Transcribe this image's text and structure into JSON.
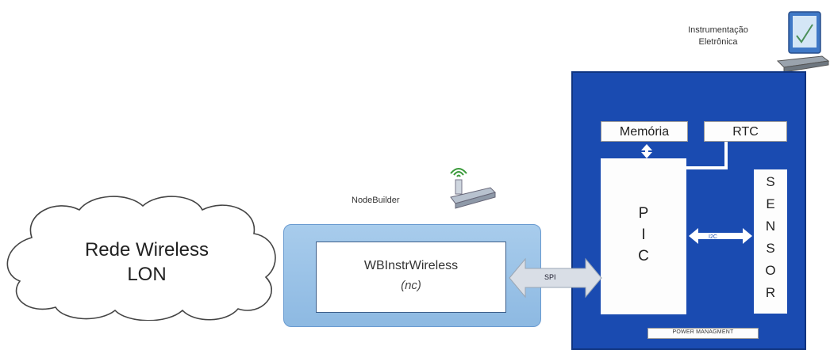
{
  "cloud": {
    "line1": "Rede Wireless",
    "line2": "LON"
  },
  "nodebuilder": {
    "label": "NodeBuilder",
    "icon": "usb-wireless-adapter-icon"
  },
  "wb_module": {
    "title": "WBInstrWireless",
    "subtitle": "(nc)"
  },
  "spi": {
    "label": "SPI"
  },
  "instrumentation": {
    "title_line1": "Instrumentação",
    "title_line2": "Eletrônica",
    "icon": "computer-icon",
    "memory": "Memória",
    "rtc": "RTC",
    "pic_letters": [
      "P",
      "I",
      "C"
    ],
    "sensor_letters": [
      "S",
      "E",
      "N",
      "S",
      "O",
      "R"
    ],
    "i2c_label": "I2C",
    "power_management": "POWER MANAGMENT"
  },
  "colors": {
    "instrument_blue": "#1a4bb1",
    "wb_light_blue": "#a8ccec",
    "white": "#ffffff"
  }
}
